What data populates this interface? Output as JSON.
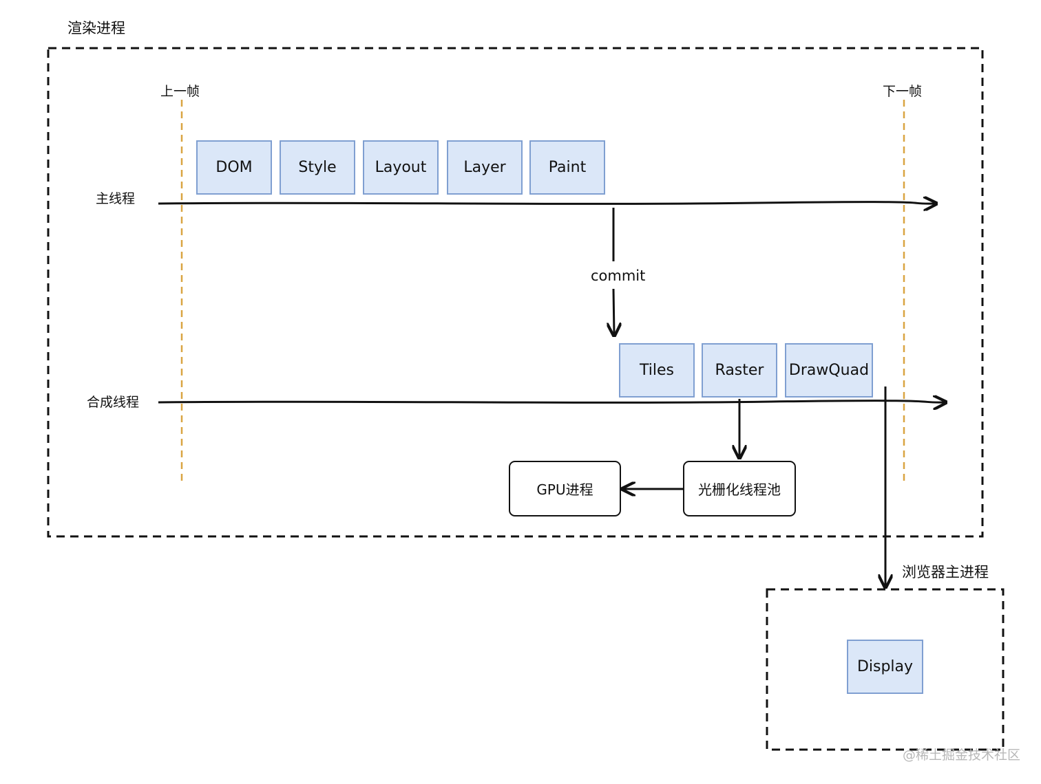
{
  "renderer_process": {
    "title": "渲染进程",
    "prev_frame": "上一帧",
    "next_frame": "下一帧",
    "main_thread": {
      "label": "主线程",
      "stages": [
        "DOM",
        "Style",
        "Layout",
        "Layer",
        "Paint"
      ]
    },
    "commit_label": "commit",
    "compositor_thread": {
      "label": "合成线程",
      "stages": [
        "Tiles",
        "Raster",
        "DrawQuad"
      ]
    },
    "raster_pool": "光栅化线程池",
    "gpu_process": "GPU进程"
  },
  "browser_process": {
    "title": "浏览器主进程",
    "display": "Display"
  },
  "watermark": "@稀土掘金技术社区",
  "colors": {
    "stage_fill": "#dbe7f8",
    "stage_border": "#7f9fd1",
    "frame_marker": "#d9a441",
    "line": "#111111"
  }
}
